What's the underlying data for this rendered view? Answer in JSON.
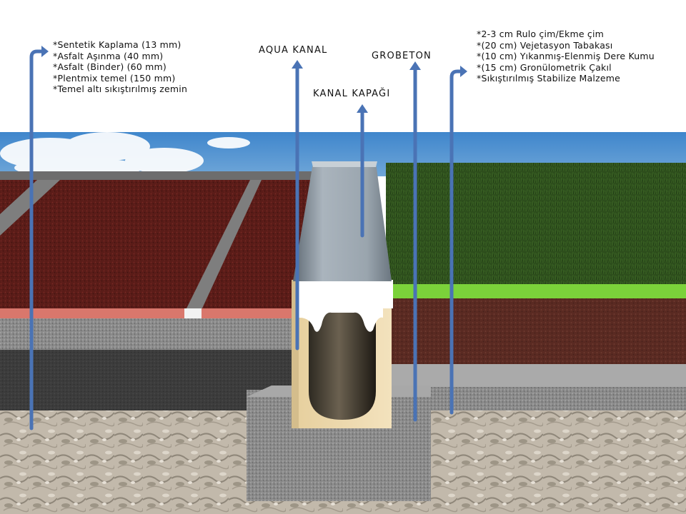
{
  "labels": {
    "left_layers": [
      "*Sentetik Kaplama   (13 mm)",
      "*Asfalt Aşınma (40 mm)",
      "*Asfalt (Binder) (60 mm)",
      "*Plentmix temel (150 mm)",
      "*Temel altı sıkıştırılmış zemin"
    ],
    "aqua_kanal": "AQUA KANAL",
    "kanal_kapagi": "KANAL KAPAĞI",
    "grobeton": "GROBETON",
    "right_layers": [
      "*2-3 cm Rulo çim/Ekme çim",
      "*(20 cm) Vejetasyon Tabakası",
      "*(10 cm) Yıkanmış-Elenmiş Dere Kumu",
      "*(15 cm) Gronülometrik Çakıl",
      "*Sıkıştırılmış Stabilize Malzeme"
    ]
  },
  "colors": {
    "sky": "#4f8cc9",
    "synthetic_surface": "#5a1c18",
    "red_stripe": "#d9776c",
    "asphalt": "#4a4a4a",
    "grass": "#2d4e1c",
    "grass_edge": "#7bd23a",
    "soil": "#5a2a22",
    "gravel": "#8c8c8c",
    "grobeton": "#999999",
    "channel_body": "#eedbb0",
    "grate": "#a9b3bb",
    "arrow": "#4a73b5"
  }
}
